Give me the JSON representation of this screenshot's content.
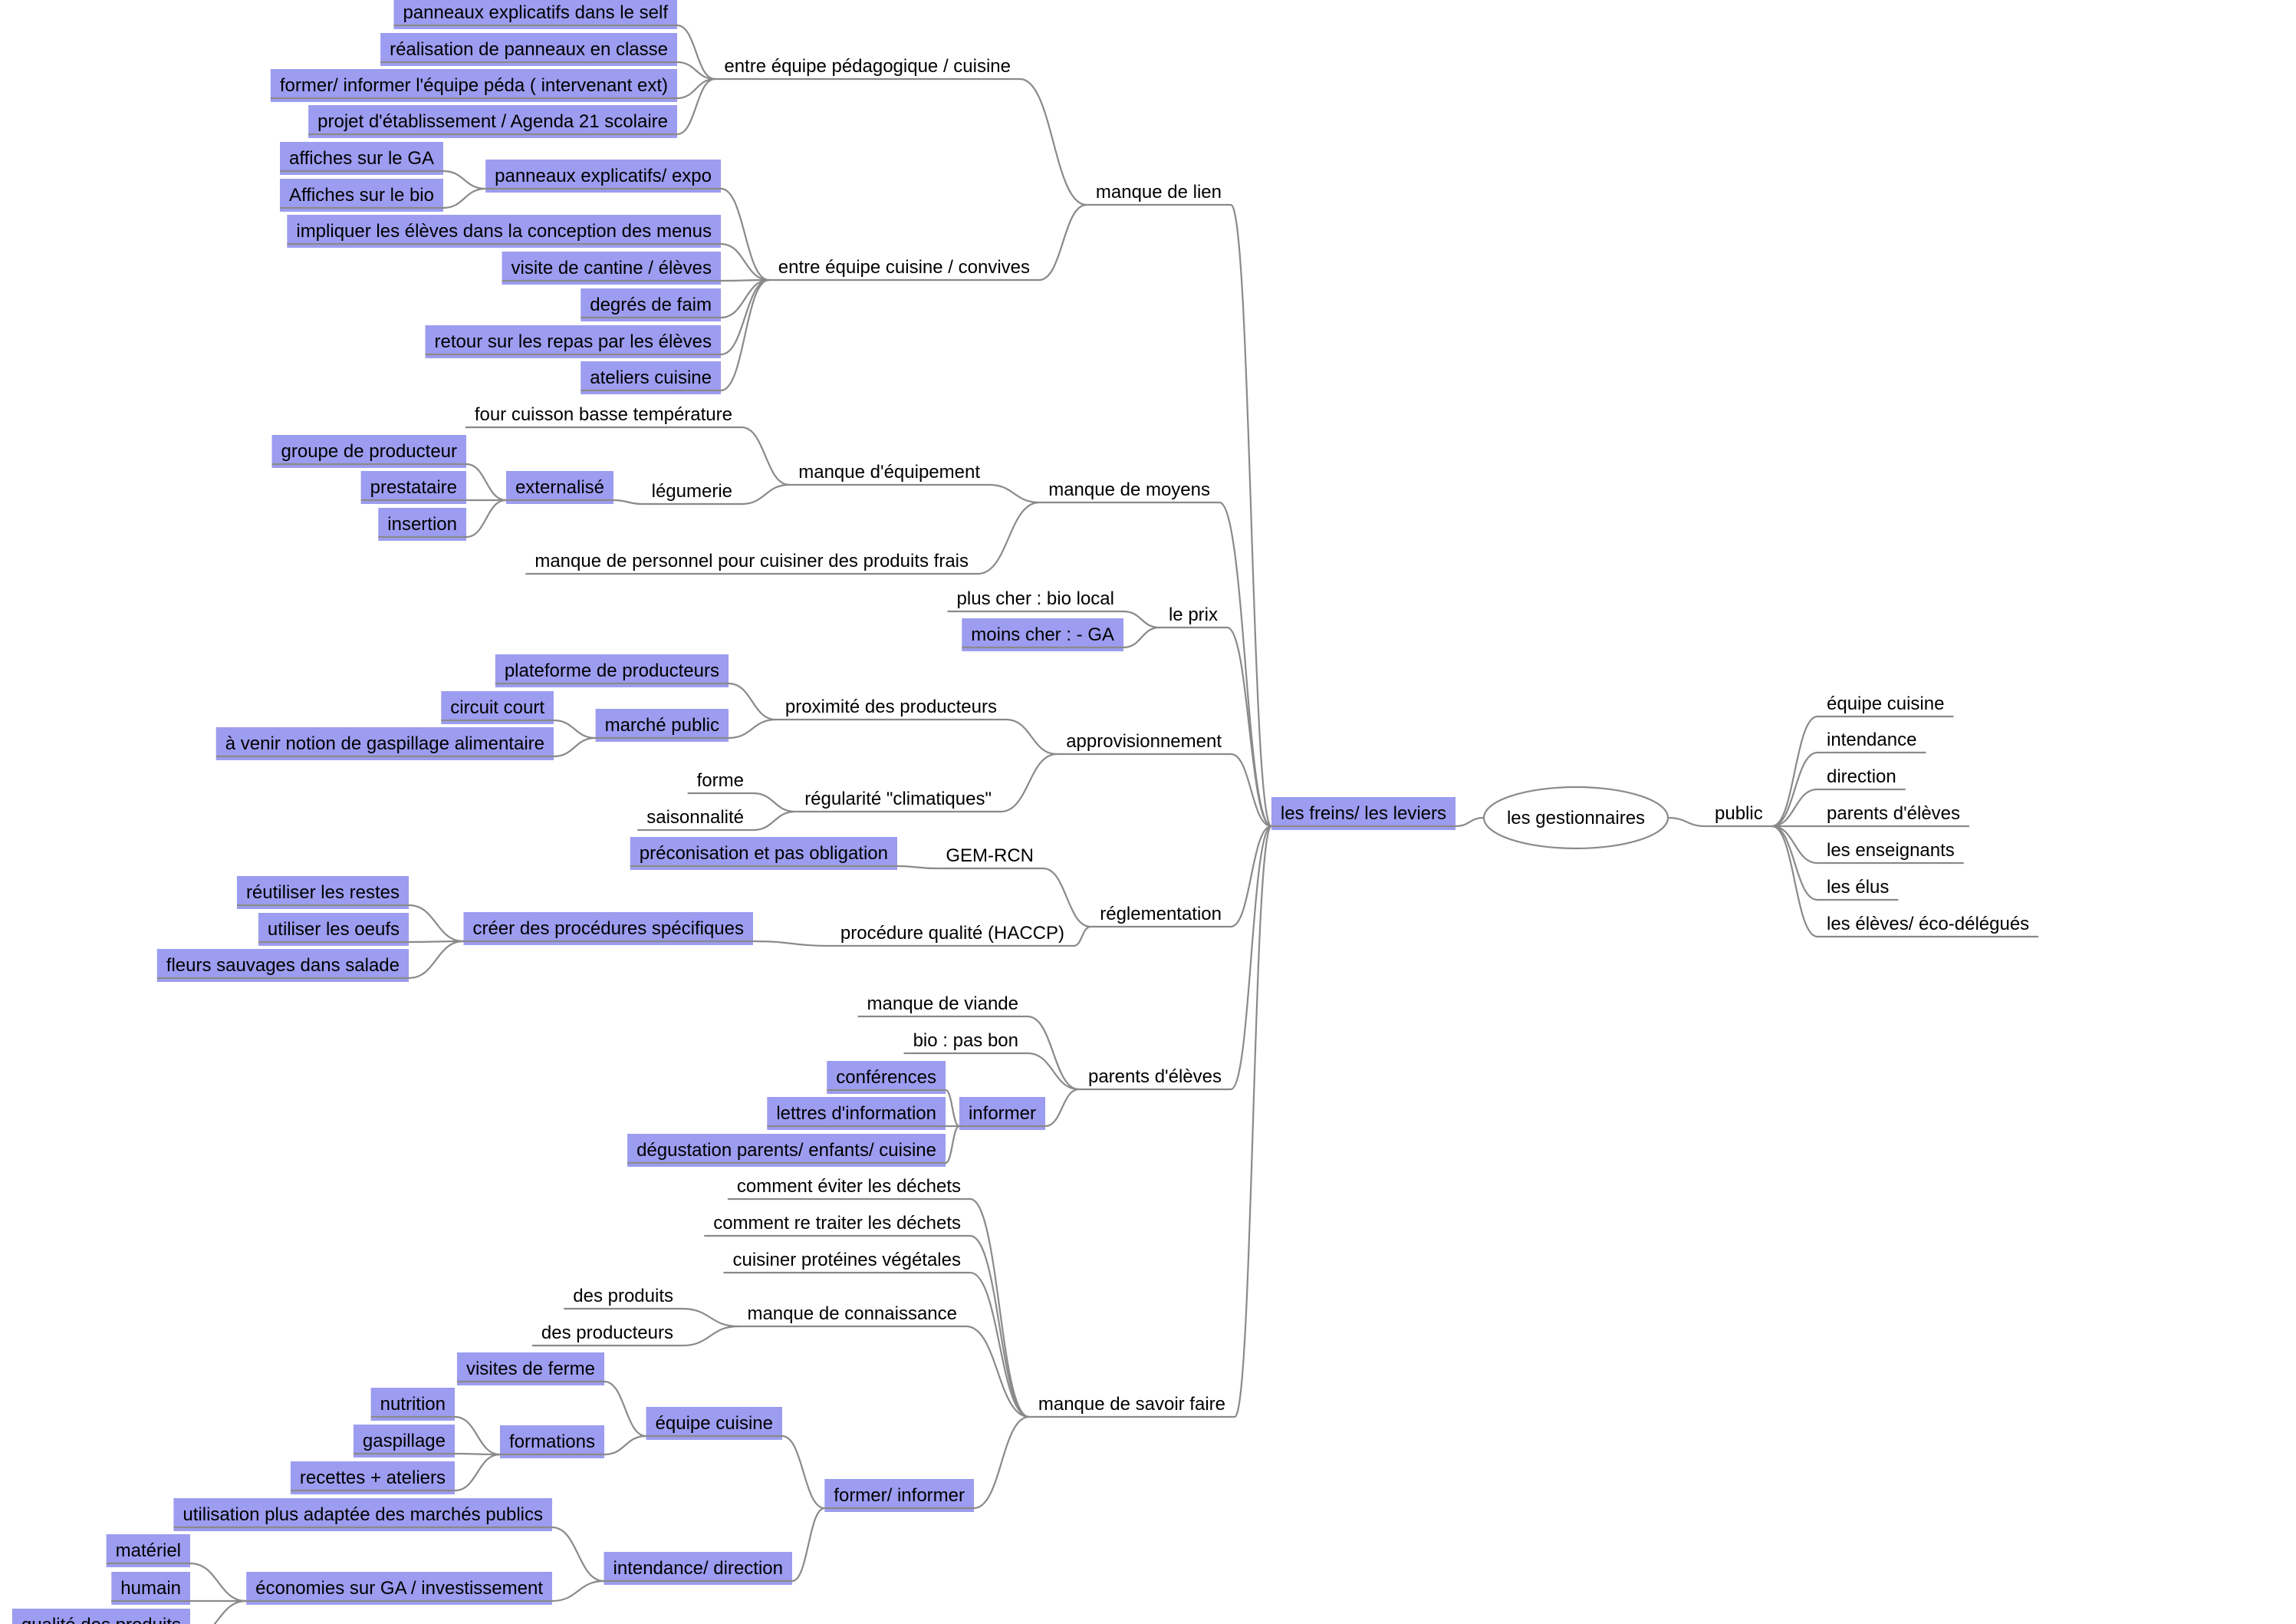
{
  "mindmap": {
    "root": "les gestionnaires",
    "colors": {
      "highlight": "#9c9cf0",
      "line": "#8a8a8a",
      "text": "#000000"
    },
    "right": {
      "label": "public",
      "children": [
        "équipe cuisine",
        "intendance",
        "direction",
        "parents d'élèves",
        "les enseignants",
        "les élus",
        "les élèves/ éco-délégués"
      ]
    },
    "left": {
      "label": "les freins/ les leviers",
      "highlighted": true,
      "branches": [
        {
          "label": "manque de lien",
          "children": [
            {
              "label": "entre équipe pédagogique / cuisine",
              "children": [
                {
                  "label": "panneaux explicatifs dans le self",
                  "highlighted": true
                },
                {
                  "label": "réalisation de panneaux en classe",
                  "highlighted": true
                },
                {
                  "label": "former/ informer l'équipe péda ( intervenant ext)",
                  "highlighted": true
                },
                {
                  "label": "projet d'établissement / Agenda 21 scolaire",
                  "highlighted": true
                }
              ]
            },
            {
              "label": "entre équipe cuisine / convives",
              "children": [
                {
                  "label": "panneaux explicatifs/ expo",
                  "highlighted": true,
                  "children": [
                    {
                      "label": "affiches sur le GA",
                      "highlighted": true
                    },
                    {
                      "label": "Affiches sur le bio",
                      "highlighted": true
                    }
                  ]
                },
                {
                  "label": "impliquer les élèves dans la conception des menus",
                  "highlighted": true
                },
                {
                  "label": "visite de cantine / élèves",
                  "highlighted": true
                },
                {
                  "label": "degrés de faim",
                  "highlighted": true
                },
                {
                  "label": "retour sur les repas par les élèves",
                  "highlighted": true
                },
                {
                  "label": "ateliers cuisine",
                  "highlighted": true
                }
              ]
            }
          ]
        },
        {
          "label": "manque de moyens",
          "children": [
            {
              "label": "manque d'équipement",
              "children": [
                {
                  "label": "four cuisson basse température"
                },
                {
                  "label": "légumerie",
                  "children": [
                    {
                      "label": "externalisé",
                      "highlighted": true,
                      "children": [
                        {
                          "label": "groupe de producteur",
                          "highlighted": true
                        },
                        {
                          "label": "prestataire",
                          "highlighted": true
                        },
                        {
                          "label": "insertion",
                          "highlighted": true
                        }
                      ]
                    }
                  ]
                }
              ]
            },
            {
              "label": "manque de personnel pour cuisiner des produits frais"
            }
          ]
        },
        {
          "label": "le prix",
          "children": [
            {
              "label": "plus cher : bio local"
            },
            {
              "label": "moins cher : - GA",
              "highlighted": true
            }
          ]
        },
        {
          "label": "approvisionnement",
          "children": [
            {
              "label": "proximité des producteurs",
              "children": [
                {
                  "label": "plateforme de producteurs",
                  "highlighted": true
                },
                {
                  "label": "marché public",
                  "highlighted": true,
                  "children": [
                    {
                      "label": "circuit court",
                      "highlighted": true
                    },
                    {
                      "label": "à venir notion de gaspillage alimentaire",
                      "highlighted": true
                    }
                  ]
                }
              ]
            },
            {
              "label": "régularité \"climatiques\"",
              "children": [
                {
                  "label": "forme"
                },
                {
                  "label": "saisonnalité"
                }
              ]
            }
          ]
        },
        {
          "label": "réglementation",
          "children": [
            {
              "label": "GEM-RCN",
              "children": [
                {
                  "label": "préconisation et pas obligation",
                  "highlighted": true
                }
              ]
            },
            {
              "label": "procédure qualité (HACCP)",
              "children": [
                {
                  "label": "créer des procédures spécifiques",
                  "highlighted": true,
                  "children": [
                    {
                      "label": "réutiliser les restes",
                      "highlighted": true
                    },
                    {
                      "label": "utiliser les oeufs",
                      "highlighted": true
                    },
                    {
                      "label": "fleurs sauvages dans salade",
                      "highlighted": true
                    }
                  ]
                }
              ]
            }
          ]
        },
        {
          "label": "parents d'élèves",
          "children": [
            {
              "label": "manque de viande"
            },
            {
              "label": "bio : pas bon"
            },
            {
              "label": "informer",
              "highlighted": true,
              "children": [
                {
                  "label": "conférences",
                  "highlighted": true
                },
                {
                  "label": "lettres d'information",
                  "highlighted": true
                },
                {
                  "label": "dégustation parents/ enfants/ cuisine",
                  "highlighted": true
                }
              ]
            }
          ]
        },
        {
          "label": "manque de savoir faire",
          "children": [
            {
              "label": "comment éviter les déchets"
            },
            {
              "label": "comment re traiter les déchets"
            },
            {
              "label": "cuisiner protéines végétales"
            },
            {
              "label": "manque de connaissance",
              "children": [
                {
                  "label": "des produits"
                },
                {
                  "label": "des producteurs"
                }
              ]
            },
            {
              "label": "former/ informer",
              "highlighted": true,
              "children": [
                {
                  "label": "équipe cuisine",
                  "highlighted": true,
                  "children": [
                    {
                      "label": "visites de ferme",
                      "highlighted": true
                    },
                    {
                      "label": "formations",
                      "highlighted": true,
                      "children": [
                        {
                          "label": "nutrition",
                          "highlighted": true
                        },
                        {
                          "label": "gaspillage",
                          "highlighted": true
                        },
                        {
                          "label": "recettes + ateliers",
                          "highlighted": true
                        }
                      ]
                    }
                  ]
                },
                {
                  "label": "intendance/ direction",
                  "highlighted": true,
                  "children": [
                    {
                      "label": "utilisation plus adaptée des marchés publics",
                      "highlighted": true
                    },
                    {
                      "label": "économies sur GA / investissement",
                      "highlighted": true,
                      "children": [
                        {
                          "label": "matériel",
                          "highlighted": true
                        },
                        {
                          "label": "humain",
                          "highlighted": true
                        },
                        {
                          "label": "qualité des produits",
                          "highlighted": true
                        }
                      ]
                    }
                  ]
                }
              ]
            }
          ]
        }
      ]
    }
  }
}
